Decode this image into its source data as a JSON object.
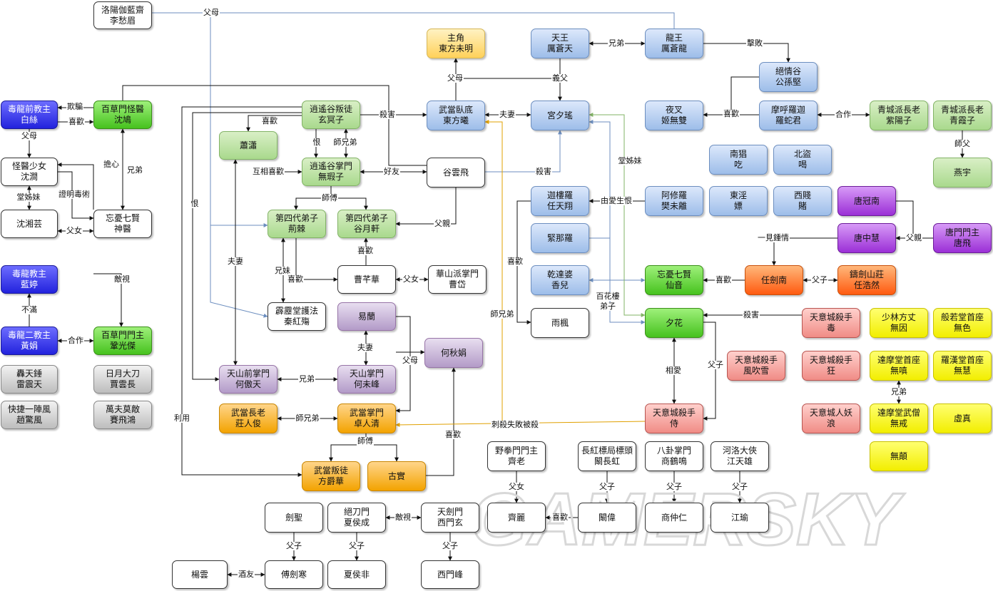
{
  "watermark": "GAMERSKY",
  "nodes": {
    "luoyang": [
      "洛陽伽藍齋",
      "李愁眉"
    ],
    "dulong_qian": [
      "毒龍前教主",
      "白絲"
    ],
    "baicao_guaiyi": [
      "百草門怪醫",
      "沈鳩"
    ],
    "guaiyi_shaonv": [
      "怪醫少女",
      "沈澗"
    ],
    "shen_xiangyun": [
      "沈湘芸"
    ],
    "wangyou_shenyi": [
      "忘憂七賢",
      "神醫"
    ],
    "dulong_lanting": [
      "毒龍教主",
      "藍婷"
    ],
    "dulong_er": [
      "毒龍二教主",
      "黃娟"
    ],
    "baicao_zhu": [
      "百草門門主",
      "鞏光傑"
    ],
    "hongtianchui": [
      "轟天錘",
      "雷震天"
    ],
    "riyue": [
      "日月大刀",
      "賈雲長"
    ],
    "kuaijie": [
      "快捷一陣風",
      "趙驚風"
    ],
    "wanfu": [
      "萬夫莫敵",
      "賽飛鴻"
    ],
    "xiaoyao_pantu": [
      "逍遙谷叛徒",
      "玄冥子"
    ],
    "xiaoxiao": [
      "蕭瀟"
    ],
    "xiaoyao_zhangmen": [
      "逍遙谷掌門",
      "無瑕子"
    ],
    "jingji": [
      "第四代弟子",
      "荊棘"
    ],
    "guyuexuan": [
      "第四代弟子",
      "谷月軒"
    ],
    "caoqianhua": [
      "曹芊華"
    ],
    "huashan": [
      "華山派掌門",
      "曹岱"
    ],
    "pili": [
      "霹靂堂護法",
      "秦紅殤"
    ],
    "yilan": [
      "易蘭"
    ],
    "heqiujuan": [
      "何秋娟"
    ],
    "tianshan_qian": [
      "天山前掌門",
      "何傲天"
    ],
    "tianshan_zhang": [
      "天山掌門",
      "何未峰"
    ],
    "wudang_zhanglao": [
      "武當長老",
      "莊人俊"
    ],
    "wudang_zhang": [
      "武當掌門",
      "卓人清"
    ],
    "wudang_pantu": [
      "武當叛徒",
      "方爵華"
    ],
    "gushi": [
      "古實"
    ],
    "zhujiao": [
      "主角",
      "東方未明"
    ],
    "wudang_wodi": [
      "武當臥底",
      "東方曦"
    ],
    "guyunfei": [
      "谷雲飛"
    ],
    "tianwang": [
      "天王",
      "厲蒼天"
    ],
    "gongxiyao": [
      "宮夕瑤"
    ],
    "longwang": [
      "龍王",
      "厲蒼龍"
    ],
    "jueqinggu": [
      "絕情谷",
      "公孫堅"
    ],
    "yecha": [
      "夜叉",
      "姬無雙"
    ],
    "mohuluojia": [
      "摩呼羅迦",
      "羅蛇君"
    ],
    "qingcheng_ziyang": [
      "青城派長老",
      "紫陽子"
    ],
    "qingcheng_qingxia": [
      "青城派長老",
      "青霞子"
    ],
    "yanyu": [
      "燕宇"
    ],
    "nanchang": [
      "南猖",
      "吃"
    ],
    "beidao": [
      "北盜",
      "喝"
    ],
    "jialouluo": [
      "迦樓羅",
      "任天翔"
    ],
    "axiuluo": [
      "阿修羅",
      "樊未離"
    ],
    "dongyin": [
      "東淫",
      "嫖"
    ],
    "xijian": [
      "西賤",
      "賭"
    ],
    "tangguannan": [
      "唐冠南"
    ],
    "jinnaluo": [
      "緊那羅"
    ],
    "tangzhonghui": [
      "唐中慧"
    ],
    "tangmen": [
      "唐門門主",
      "唐飛"
    ],
    "qiantapo": [
      "乾達婆",
      "香兒"
    ],
    "wangyou_xianyin": [
      "忘憂七賢",
      "仙音"
    ],
    "renjiannan": [
      "任劍南"
    ],
    "zhujianshan": [
      "鑄劍山莊",
      "任浩然"
    ],
    "yufeng": [
      "雨楓"
    ],
    "xihua": [
      "夕花"
    ],
    "tianyi_du": [
      "天意城殺手",
      "毒"
    ],
    "tianyi_fengchuixue": [
      "天意城殺手",
      "風吹雪"
    ],
    "tianyi_kuang": [
      "天意城殺手",
      "狂"
    ],
    "tianyi_shi": [
      "天意城殺手",
      "侍"
    ],
    "tianyi_lang": [
      "天意城人妖",
      "浪"
    ],
    "shaolin_fangzhang": [
      "少林方丈",
      "無因"
    ],
    "boruotang": [
      "般若堂首座",
      "無色"
    ],
    "damotang_shouzuo": [
      "達摩堂首座",
      "無嗔"
    ],
    "luohantang": [
      "羅漢堂首座",
      "無慧"
    ],
    "damotang_wuseng": [
      "達摩堂武僧",
      "無戒"
    ],
    "xuzhen": [
      "虛真"
    ],
    "wudian": [
      "無顛"
    ],
    "yequan": [
      "野拳門門主",
      "齊老"
    ],
    "changhong": [
      "長紅標局標頭",
      "闞長虹"
    ],
    "bagua": [
      "八卦掌門",
      "商鶴鳴"
    ],
    "heluo": [
      "河洛大俠",
      "江天雄"
    ],
    "jiansheng": [
      "劍聖"
    ],
    "jiedao": [
      "絕刀門",
      "夏侯成"
    ],
    "tianjian": [
      "天劍門",
      "西門玄"
    ],
    "qili": [
      "齊麗"
    ],
    "kanwei": [
      "闞偉"
    ],
    "shangzhongren": [
      "商仲仁"
    ],
    "jiangyu": [
      "江瑜"
    ],
    "yangyun": [
      "楊雲"
    ],
    "fujianhan": [
      "傅劍寒"
    ],
    "xiahoufei": [
      "夏侯非"
    ],
    "ximenfeng": [
      "西門峰"
    ]
  },
  "edge_labels": {
    "fumu_top": "父母",
    "qipian": "欺騙",
    "xihuan_1": "喜歡",
    "fumu_left": "父母",
    "danxin": "擔心",
    "xiongdi_1": "兄弟",
    "tangjiemei_1": "堂姊妹",
    "zhengming": "證明毒術",
    "funv_1": "父女",
    "diishi": "敵視",
    "buman": "不滿",
    "hezuo_1": "合作",
    "xihuan_2": "喜歡",
    "hen_1": "恨",
    "shixiongdi_1": "師兄弟",
    "husiang": "互相喜歡",
    "haoyou": "好友",
    "shashi_1": "殺害",
    "shifu_1": "師傅",
    "hen_2": "恨",
    "fuqin_1": "父親",
    "fuqi_1": "夫妻",
    "xiongmei": "兄妹",
    "xihuan_3": "喜歡",
    "xihuan_4": "喜歡",
    "funv_2": "父女",
    "fumu_2": "父母",
    "fuqi_2": "夫妻",
    "xiongdi_2": "兄弟",
    "liyong": "利用",
    "shixiongdi_2": "師兄弟",
    "shifu_2": "師傅",
    "xihuan_5": "喜歡",
    "cisha": "刺殺失敗被殺",
    "fumu_3": "父母",
    "fuqi_3": "夫妻",
    "yifu": "義父",
    "shashi_2": "殺害",
    "xiongdi_3": "兄弟",
    "jibai": "擊敗",
    "xihuan_6": "喜歡",
    "hezuo_2": "合作",
    "shifu_3": "師父",
    "tangjiemei_2": "堂姊妹",
    "youaishenghen": "由愛生恨",
    "yijianzhongqing": "一見鍾情",
    "fuqin_2": "父親",
    "xihuan_7": "喜歡",
    "shixiongdi_3": "師兄弟",
    "xihuan_8": "喜歡",
    "fuzi_1": "父子",
    "baihualou": "百花樓",
    "dizi": "弟子",
    "shashi_3": "殺害",
    "xiangai": "相愛",
    "fuzi_2": "父子",
    "xiongdi_4": "兄弟",
    "funv_3": "父女",
    "fuzi_3": "父子",
    "fuzi_4": "父子",
    "fuzi_5": "父子",
    "diishi_2": "敵視",
    "xihuan_9": "喜歡",
    "fuzi_6": "父子",
    "fuzi_7": "父子",
    "fuzi_8": "父子",
    "jiuyou": "酒友"
  },
  "colors": {
    "line": "#111111",
    "blue_line": "#6c8ebf",
    "orange_line": "#e0a000",
    "green_line": "#82b366"
  }
}
